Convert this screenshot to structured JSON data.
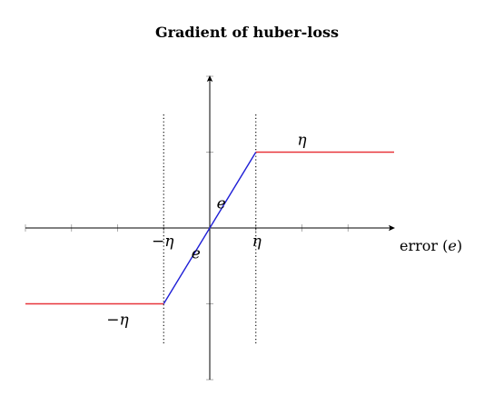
{
  "title": "Gradient of huber-loss",
  "labels": {
    "neg_eta_tick": "−η",
    "eta_tick": "η",
    "eta_upper": "η",
    "neg_eta_lower": "−η",
    "e_upper": "e",
    "e_lower": "e",
    "xlabel_prefix": "error (",
    "xlabel_var": "e",
    "xlabel_suffix": ")"
  },
  "colors": {
    "clip": "#e8343a",
    "linear": "#1f1fd6",
    "axis": "#000000",
    "dotted": "#000000",
    "tick": "#999999"
  },
  "chart_data": {
    "type": "line",
    "title": "Gradient of huber-loss",
    "xlabel": "error (e)",
    "ylabel": "",
    "xlim": [
      -4,
      4
    ],
    "ylim": [
      -3.3,
      3.3
    ],
    "grid": false,
    "eta": 1,
    "series": [
      {
        "role": "clip-negative",
        "color": "#e8343a",
        "points": [
          [
            -4,
            -1.65
          ],
          [
            -1,
            -1.65
          ]
        ]
      },
      {
        "role": "linear",
        "color": "#1f1fd6",
        "points": [
          [
            -1,
            -1.65
          ],
          [
            1,
            1.65
          ]
        ]
      },
      {
        "role": "clip-positive",
        "color": "#e8343a",
        "points": [
          [
            1,
            1.65
          ],
          [
            4,
            1.65
          ]
        ]
      }
    ],
    "vertical_markers": [
      -1,
      1
    ],
    "x_ticks": [
      -3,
      -2,
      -1,
      1,
      2,
      3
    ],
    "y_ticks": [
      -1.65,
      1.65
    ]
  }
}
